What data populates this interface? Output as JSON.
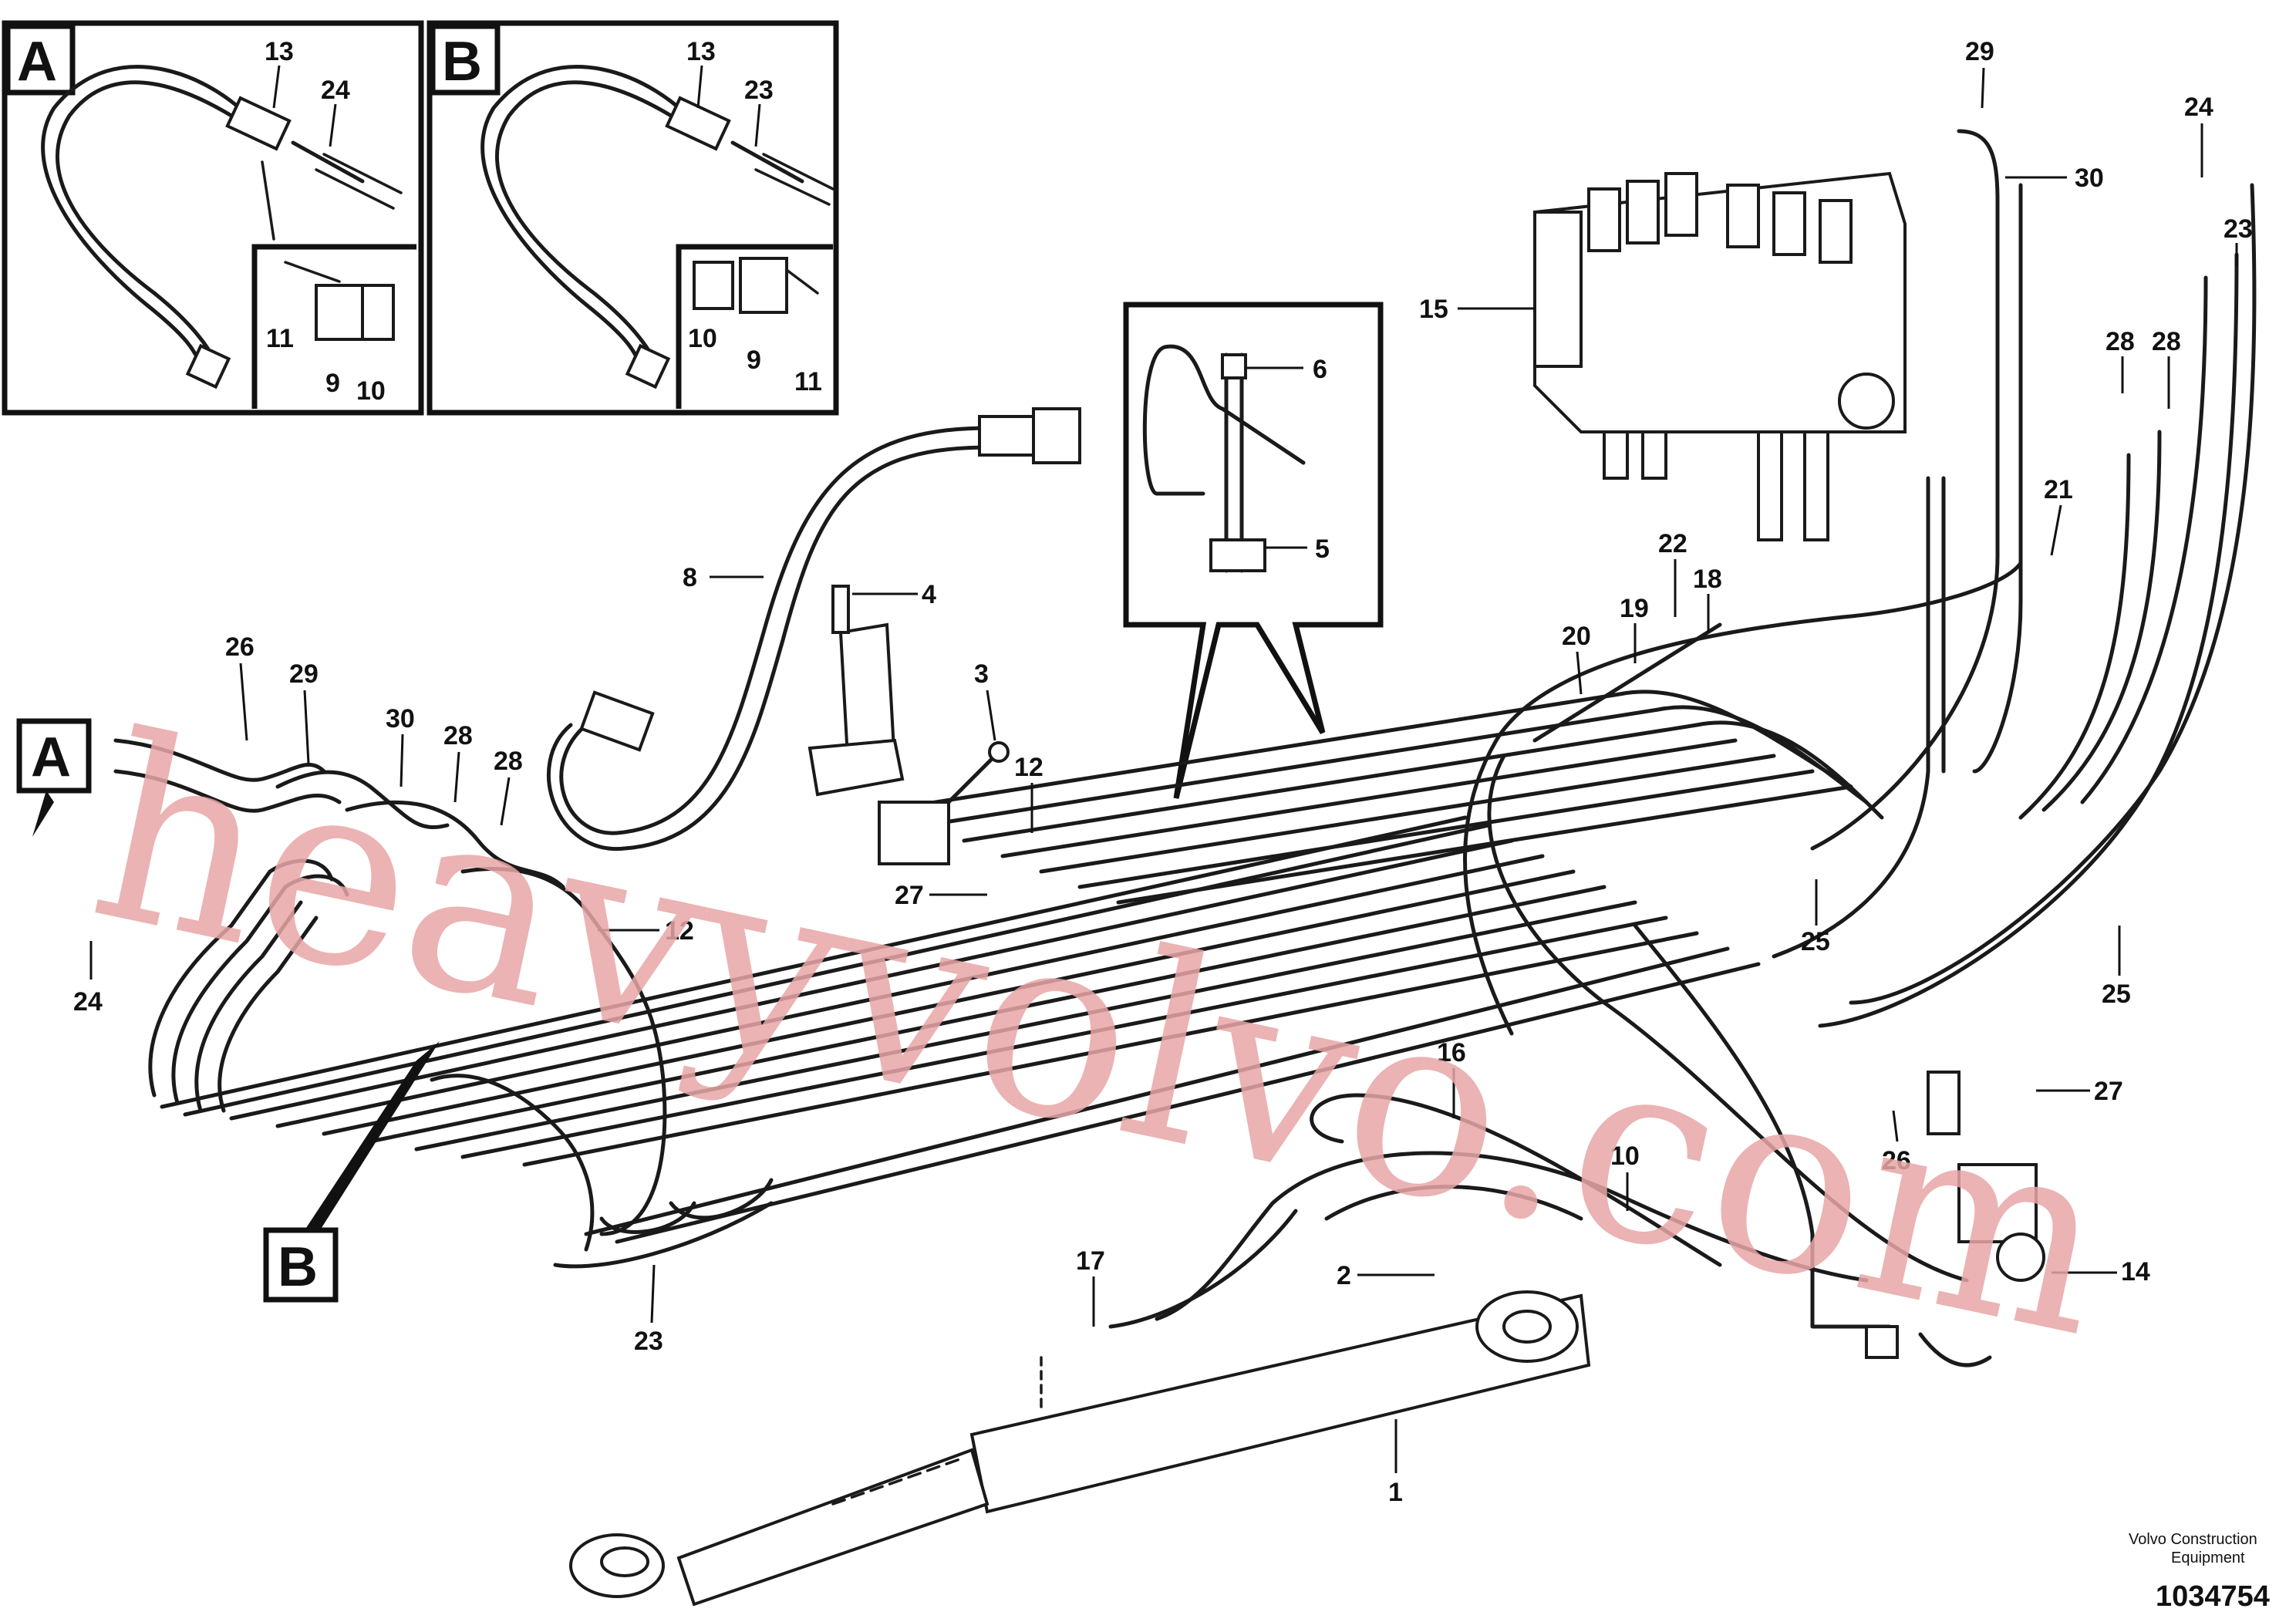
{
  "insets": {
    "a": {
      "letter": "A",
      "labels": [
        "13",
        "24",
        "11",
        "9",
        "10"
      ]
    },
    "b": {
      "letter": "B",
      "labels": [
        "13",
        "23",
        "10",
        "9",
        "11"
      ]
    }
  },
  "refs": {
    "a": "A",
    "b": "B"
  },
  "callouts": [
    "29",
    "30",
    "24",
    "23",
    "15",
    "28",
    "28",
    "21",
    "22",
    "18",
    "19",
    "20",
    "6",
    "5",
    "8",
    "4",
    "3",
    "12",
    "27",
    "26",
    "29",
    "30",
    "28",
    "28",
    "12",
    "24",
    "25",
    "25",
    "16",
    "10",
    "27",
    "26",
    "14",
    "17",
    "2",
    "23",
    "1"
  ],
  "watermark": "heavyvolvo.com",
  "footer": {
    "maker_line1": "Volvo Construction",
    "maker_line2": "Equipment",
    "part_number": "1034754"
  }
}
